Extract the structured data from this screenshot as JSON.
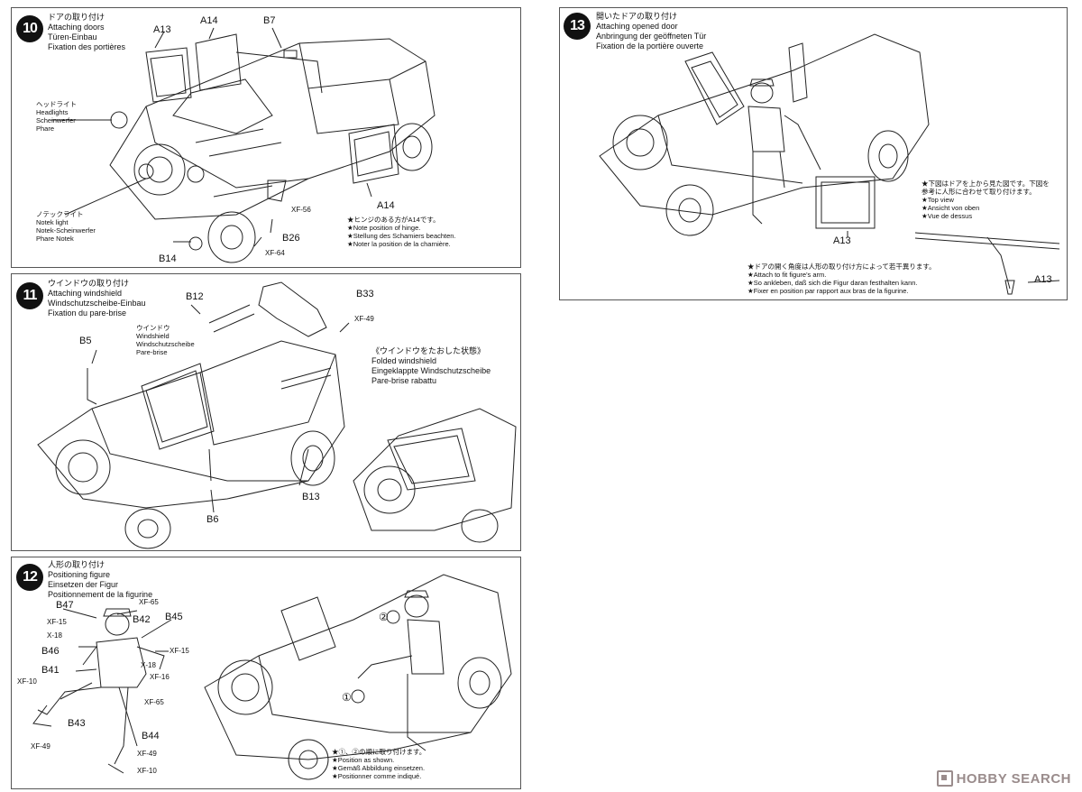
{
  "step10": {
    "num": "10",
    "title": [
      "ドアの取り付け",
      "Attaching doors",
      "Türen-Einbau",
      "Fixation des portières"
    ],
    "parts": {
      "a13": "A13",
      "a14_top": "A14",
      "b7": "B7",
      "a14_bottom": "A14",
      "b26": "B26",
      "b14": "B14"
    },
    "colors": {
      "xf56": "XF-56",
      "xf64": "XF-64"
    },
    "headlights": [
      "ヘッドライト",
      "Headlights",
      "Scheinwerfer",
      "Phare"
    ],
    "notek": [
      "ノテックライト",
      "Notek light",
      "Notek-Scheinwerfer",
      "Phare Notek"
    ],
    "note": [
      "★ヒンジのある方がA14です。",
      "★Note position of hinge.",
      "★Stellung des Schamiers beachten.",
      "★Noter la position de la charnière."
    ]
  },
  "step11": {
    "num": "11",
    "title": [
      "ウインドウの取り付け",
      "Attaching windshield",
      "Windschutzscheibe-Einbau",
      "Fixation du pare-brise"
    ],
    "parts": {
      "b12": "B12",
      "b33": "B33",
      "b5": "B5",
      "b13": "B13",
      "b6": "B6"
    },
    "colors": {
      "xf49": "XF-49"
    },
    "windshield": [
      "ウインドウ",
      "Windshield",
      "Windschutzscheibe",
      "Pare-brise"
    ],
    "folded": [
      "《ウインドウをたおした状態》",
      "Folded windshield",
      "Eingeklappte Windschutzscheibe",
      "Pare-brise rabattu"
    ]
  },
  "step12": {
    "num": "12",
    "title": [
      "人形の取り付け",
      "Positioning figure",
      "Einsetzen der Figur",
      "Positionnement de la figurine"
    ],
    "parts": {
      "b47": "B47",
      "b42": "B42",
      "b45": "B45",
      "b46": "B46",
      "b41": "B41",
      "b43": "B43",
      "b44": "B44"
    },
    "colors": [
      "XF-65",
      "XF-15",
      "X-18",
      "XF-15",
      "X-18",
      "XF-16",
      "XF-10",
      "XF-65",
      "XF-49",
      "XF-49",
      "XF-10"
    ],
    "circles": {
      "c1": "①",
      "c2": "②"
    },
    "note": [
      "★①、②の順に取り付けます。",
      "★Position as shown.",
      "★Gemäß Abbildung einsetzen.",
      "★Positionner comme indiqué."
    ]
  },
  "step13": {
    "num": "13",
    "title": [
      "開いたドアの取り付け",
      "Attaching opened door",
      "Anbringung der geöffneten Tür",
      "Fixation de la portière ouverte"
    ],
    "parts": {
      "a13": "A13",
      "a13b": "A13"
    },
    "topview": [
      "★下図はドアを上から見た図です。下図を",
      "参考に人形に合わせて取り付けます。",
      "★Top view",
      "★Ansicht von oben",
      "★Vue de dessus"
    ],
    "angle": [
      "★ドアの開く角度は人形の取り付け方によって若干異ります。",
      "★Attach to fit figure's arm.",
      "★So ankleben, daß sich die Figur daran festhalten kann.",
      "★Fixer en position par rapport aux bras de la figurine."
    ]
  },
  "watermark": "HOBBY SEARCH"
}
